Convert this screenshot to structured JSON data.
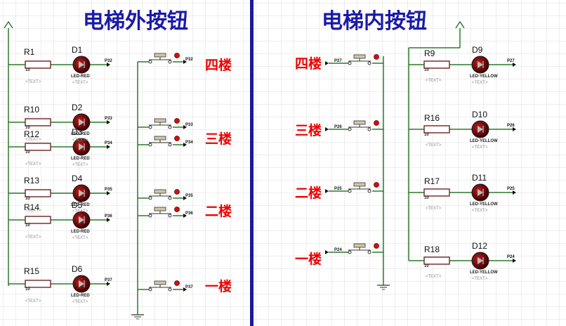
{
  "titles": {
    "outside": "电梯外按钮",
    "inside": "电梯内按钮"
  },
  "floors": [
    "四楼",
    "三楼",
    "二楼",
    "一楼"
  ],
  "placeholder": "<TEXT>",
  "colors": {
    "wire": "#2a7a2a",
    "title": "#1a1aa8",
    "floor": "#ee0000",
    "divider": "#1a1a9a",
    "resistor": "#7a3030",
    "led": "#8a0000",
    "grid": "#dcdcdc"
  },
  "left": {
    "rows": [
      {
        "r": "R1",
        "rv": "10",
        "d": "D1",
        "dv": "LED-RED",
        "port": "P32",
        "sw_port": "P32"
      },
      {
        "r": "R10",
        "rv": "10",
        "d": "D2",
        "dv": "LED-RED",
        "port": "P33",
        "sw_port": "P33"
      },
      {
        "r": "R12",
        "rv": "10",
        "d": "D3",
        "dv": "LED-RED",
        "port": "P34",
        "sw_port": "P34"
      },
      {
        "r": "R13",
        "rv": "10",
        "d": "D4",
        "dv": "LED-RED",
        "port": "P35",
        "sw_port": "P35"
      },
      {
        "r": "R14",
        "rv": "10",
        "d": "D5",
        "dv": "LED-RED",
        "port": "P36",
        "sw_port": "P36"
      },
      {
        "r": "R15",
        "rv": "10",
        "d": "D6",
        "dv": "LED-RED",
        "port": "P37",
        "sw_port": "P37"
      }
    ]
  },
  "right": {
    "switch_ports": [
      "P27",
      "P26",
      "P25",
      "P24"
    ],
    "rows": [
      {
        "r": "R9",
        "rv": "10",
        "d": "D9",
        "dv": "LED-YELLOW",
        "port": "P27"
      },
      {
        "r": "R16",
        "rv": "10",
        "d": "D10",
        "dv": "LED-YELLOW",
        "port": "P26"
      },
      {
        "r": "R17",
        "rv": "10",
        "d": "D11",
        "dv": "LED-YELLOW",
        "port": "P25"
      },
      {
        "r": "R18",
        "rv": "10",
        "d": "D12",
        "dv": "LED-YELLOW",
        "port": "P24"
      }
    ]
  }
}
